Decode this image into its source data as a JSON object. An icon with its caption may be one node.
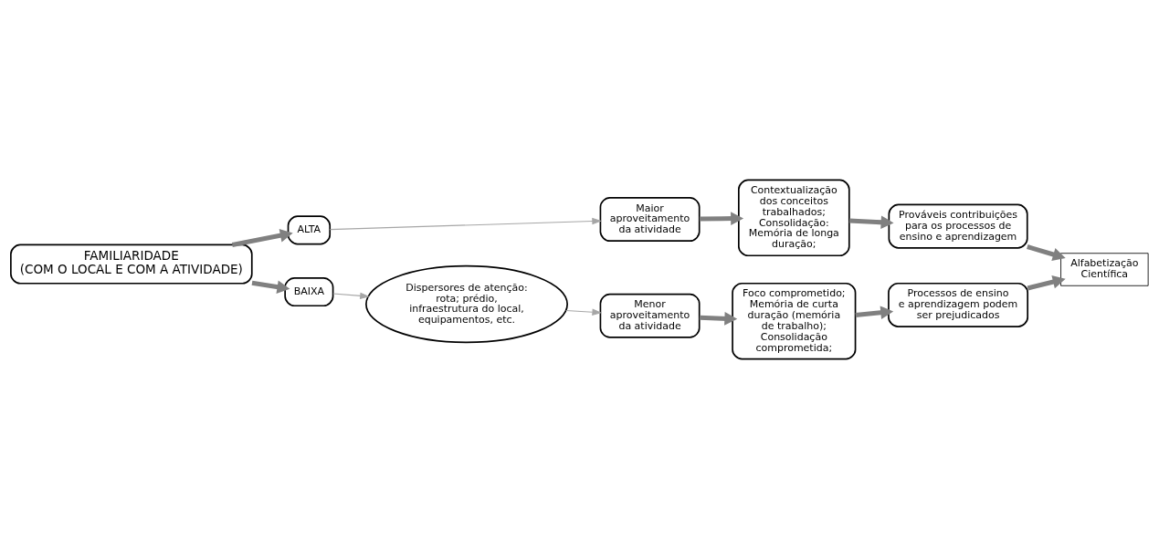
{
  "diagram": {
    "nodes": [
      {
        "text": [
          "FAMILIARIDADE",
          "(COM O LOCAL E COM A ATIVIDADE)"
        ]
      },
      {
        "text": [
          "ALTA"
        ]
      },
      {
        "text": [
          "BAIXA"
        ]
      },
      {
        "text": [
          "Dispersores de atenção: rota; prédio, infraestrutura do local, equipamentos, etc."
        ]
      },
      {
        "text": [
          "Maior aproveitamento da atividade"
        ]
      },
      {
        "text": [
          "Contextualização dos conceitos trabalhados; Consolidação: Memória de longa duração;"
        ]
      },
      {
        "text": [
          "Prováveis contribuições para os processos de ensino e aprendizagem"
        ]
      },
      {
        "text": [
          "Menor aproveitamento da atividade"
        ]
      },
      {
        "text": [
          "Foco comprometido; Memória de curta duração (memória de trabalho); Consolidação comprometida;"
        ]
      },
      {
        "text": [
          "Alfabetização Científica"
        ]
      },
      {
        "text": [
          "Processos de ensino e aprendizagem podem ser prejudicados"
        ]
      }
    ],
    "edges": [
      {
        "from": 0,
        "to": 1,
        "arrow": "to"
      },
      {
        "from": 0,
        "to": 2,
        "arrow": "to"
      },
      {
        "from": 1,
        "to": 4,
        "arrow": "to",
        "color": "#a6a6a6"
      },
      {
        "from": 2,
        "to": 3,
        "arrow": "to",
        "color": "#a6a6a6"
      },
      {
        "from": 3,
        "to": 7,
        "arrow": "to",
        "color": "#a6a6a6"
      },
      {
        "from": 4,
        "to": 5,
        "arrow": "to"
      },
      {
        "from": 5,
        "to": 6,
        "arrow": "to"
      },
      {
        "from": 6,
        "to": 9,
        "arrow": "to"
      },
      {
        "from": 7,
        "to": 8,
        "arrow": "to"
      },
      {
        "from": 8,
        "to": 10,
        "arrow": "to"
      },
      {
        "from": 10,
        "to": 9,
        "arrow": "to"
      }
    ]
  }
}
